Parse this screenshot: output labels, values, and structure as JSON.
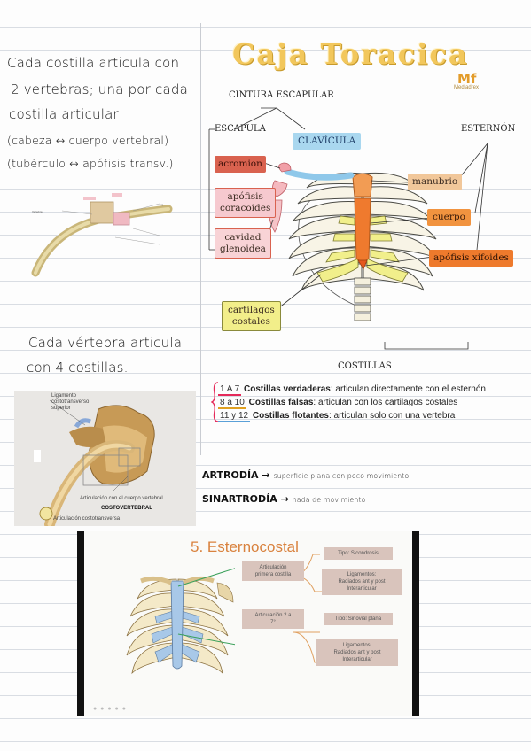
{
  "notes": {
    "lines_top": [
      "Cada costilla articula con",
      "2 vertebras; una por cada",
      "costilla articular",
      "(cabeza ↔ cuerpo vertebral)",
      "(tubérculo ↔ apófisis transv.)"
    ],
    "lines_mid": [
      "Cada vértebra articula",
      "con 4 costillas."
    ],
    "artrodia": {
      "term": "ARTRODÍA",
      "arrow": "→",
      "desc": "superficie plana con poco movimiento"
    },
    "sinartrodia": {
      "term": "SINARTRODÍA",
      "arrow": "→",
      "desc": "nada de movimiento"
    }
  },
  "vertebra_figure": {
    "labels": [
      "Ligamento costotransverso superior",
      "Articulación con el cuerpo vertebral",
      "COSTOVERTEBRAL",
      "Articulación costotransversa"
    ]
  },
  "diagram": {
    "title": "Caja Toracica",
    "brand": "Mf",
    "brand_sub": "Mediadrex",
    "labels": {
      "cintura": "CINTURA ESCAPULAR",
      "escapula": "ESCAPULA",
      "esternon": "ESTERNÓN",
      "costillas": "COSTILLAS"
    },
    "tags": {
      "clavicula": "CLAVÍCULA",
      "acromion": "acromion",
      "apofisis_coracoides": "apófisis\ncoracoides",
      "cavidad_glenoidea": "cavidad\nglenoidea",
      "cartilagos": "cartilagos\ncostales",
      "manubrio": "manubrio",
      "cuerpo": "cuerpo",
      "xifoides": "apófisis xifoides"
    },
    "legend": [
      {
        "range": "1 A 7",
        "bold": "Costillas verdaderas",
        "desc": ": articulan directamente con el esternón"
      },
      {
        "range": "8 a 10",
        "bold": "Costillas falsas",
        "desc": ": articulan con los cartilagos costales"
      },
      {
        "range": "11 y 12",
        "bold": "Costillas flotantes",
        "desc": ": articulan solo con una vertebra"
      }
    ]
  },
  "slide": {
    "title": "5. Esternocostal",
    "boxes": {
      "art1": "Articulación\nprimera costilla",
      "tipo1": "Tipo: Sicondrosis",
      "lig1": "Ligamentos:\nRadiados ant y post\nInterarticular",
      "art2": "Articulación 2 a\n7°",
      "tipo2": "Tipo: Sinovial plana",
      "lig2": "Ligamentos:\nRadiados ant y post\nInterarticular"
    }
  },
  "colors": {
    "title": "#f2c75c",
    "accent_red": "#d9624f",
    "accent_orange": "#f1933f",
    "cartilage": "#f2ee8a",
    "slide_title": "#d9823e"
  }
}
